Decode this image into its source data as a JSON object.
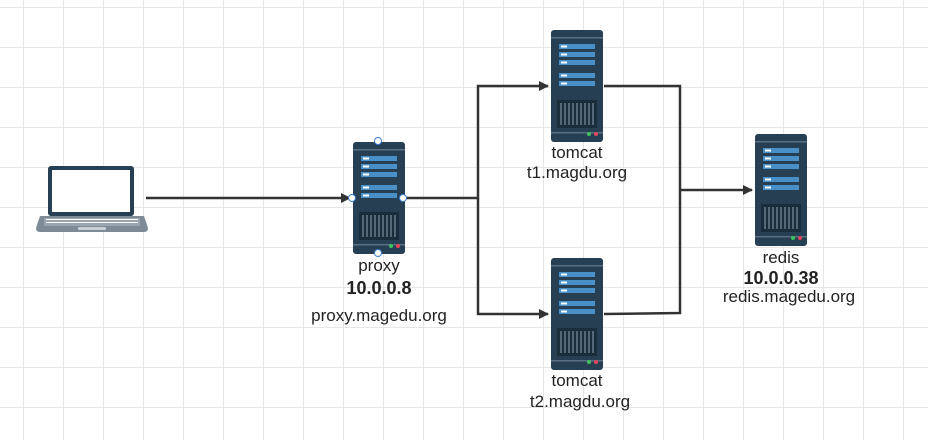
{
  "nodes": {
    "proxy": {
      "name": "proxy",
      "ip": "10.0.0.8",
      "host": "proxy.magedu.org"
    },
    "tomcat1": {
      "name": "tomcat",
      "host": "t1.magdu.org"
    },
    "tomcat2": {
      "name": "tomcat",
      "host": "t2.magdu.org"
    },
    "redis": {
      "name": "redis",
      "ip": "10.0.0.38",
      "host": "redis.magedu.org"
    }
  },
  "colors": {
    "server_body": "#263f52",
    "server_slot": "#4a90c8",
    "line": "#333333"
  }
}
